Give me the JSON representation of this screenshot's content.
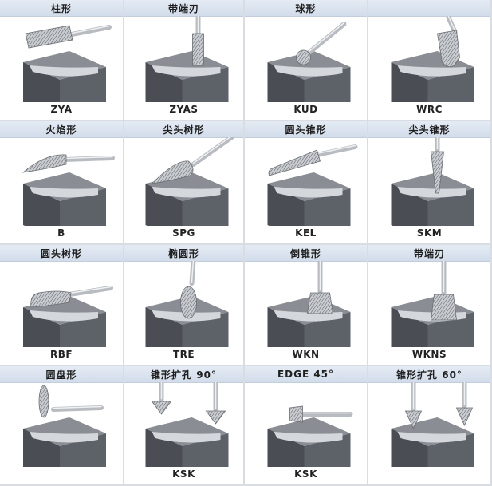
{
  "cells": [
    {
      "title": "柱形",
      "code": "ZYA",
      "shape": "cyl-side"
    },
    {
      "title": "带端刃",
      "code": "ZYAS",
      "shape": "cyl-vert"
    },
    {
      "title": "球形",
      "code": "KUD",
      "shape": "ball"
    },
    {
      "title": "",
      "code": "WRC",
      "shape": "round-end"
    },
    {
      "title": "火焰形",
      "code": "B",
      "shape": "flame"
    },
    {
      "title": "尖头树形",
      "code": "SPG",
      "shape": "tree-point"
    },
    {
      "title": "圆头锥形",
      "code": "KEL",
      "shape": "cone-round"
    },
    {
      "title": "尖头锥形",
      "code": "SKM",
      "shape": "cone-vert"
    },
    {
      "title": "圆头树形",
      "code": "RBF",
      "shape": "tree-round"
    },
    {
      "title": "椭圆形",
      "code": "TRE",
      "shape": "oval"
    },
    {
      "title": "倒锥形",
      "code": "WKN",
      "shape": "inv-cone"
    },
    {
      "title": "带端刃",
      "code": "WKNS",
      "shape": "inv-cone-end"
    },
    {
      "title": "圆盘形",
      "code": "",
      "shape": "disc"
    },
    {
      "title": "锥形扩孔 90°",
      "code": "KSK",
      "shape": "countersink"
    },
    {
      "title": "EDGE 45°",
      "code": "KSK",
      "shape": "edge45"
    },
    {
      "title": "锥形扩孔 60°",
      "code": "",
      "shape": "countersink60"
    }
  ]
}
